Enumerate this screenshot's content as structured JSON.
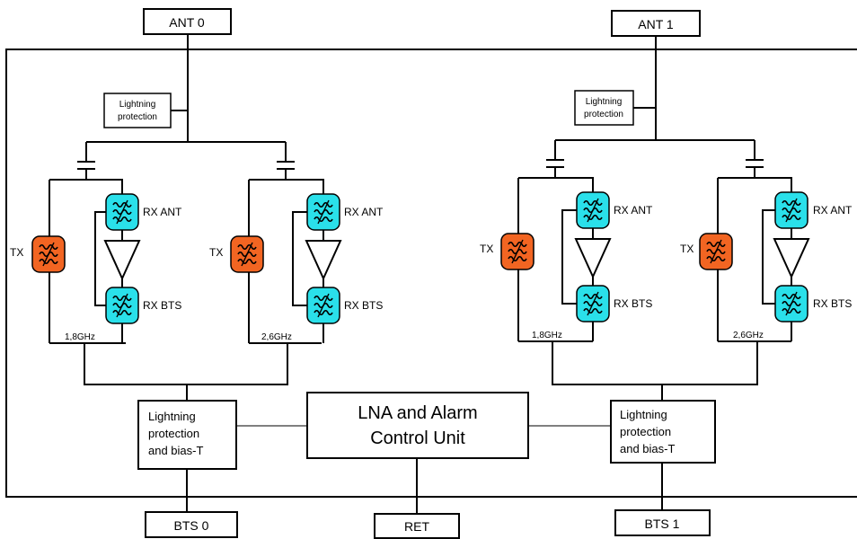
{
  "ports": {
    "ant0": "ANT 0",
    "ant1": "ANT 1",
    "bts0": "BTS 0",
    "bts1": "BTS 1",
    "ret": "RET"
  },
  "lightning_top": {
    "line1": "Lightning",
    "line2": "protection"
  },
  "lightning_bias": {
    "line1": "Lightning",
    "line2": "protection",
    "line3": "and bias-T"
  },
  "control_unit": {
    "line1": "LNA and Alarm",
    "line2": "Control Unit"
  },
  "filters": {
    "tx": "TX",
    "rx_ant": "RX ANT",
    "rx_bts": "RX BTS"
  },
  "bands": {
    "band_a": "1,8GHz",
    "band_b": "2,6GHz"
  },
  "colors": {
    "tx_filter": "#f26522",
    "rx_filter": "#2ae0ea",
    "lines": "#000000"
  },
  "icons": {
    "filter": "bandpass-filter-icon",
    "amplifier": "amplifier-triangle-icon",
    "capacitor": "capacitor-icon"
  }
}
